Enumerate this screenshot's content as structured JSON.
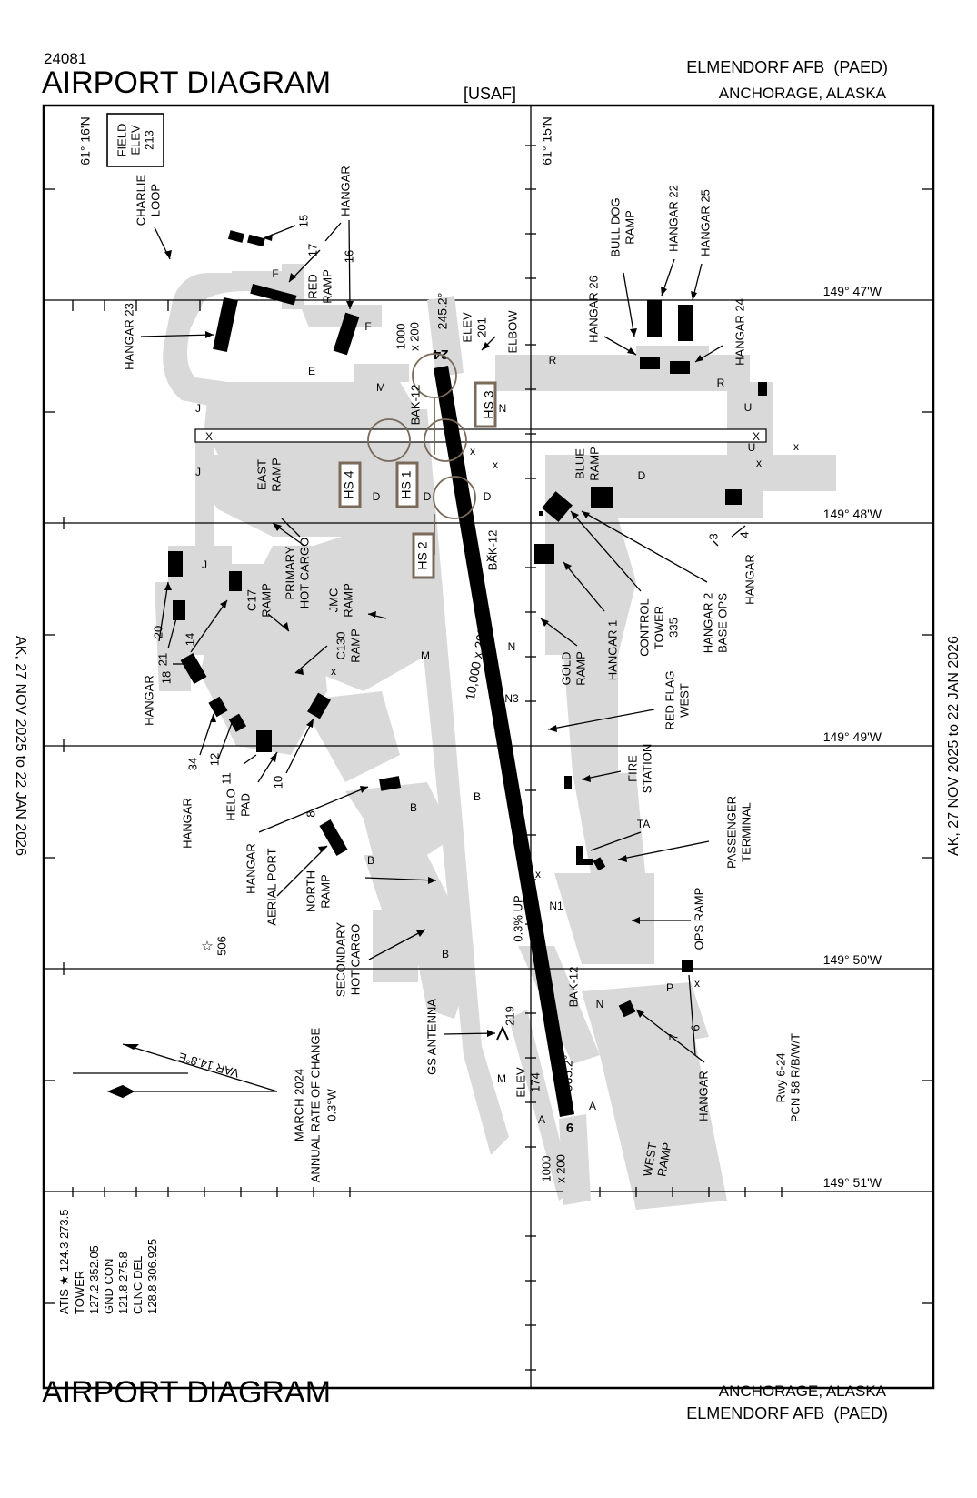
{
  "header": {
    "procedure_number": "24081",
    "title": "AIRPORT DIAGRAM",
    "agency": "[USAF]",
    "airport_name": "ELMENDORF AFB",
    "airport_id": "(PAED)",
    "city": "ANCHORAGE, ALASKA"
  },
  "footer": {
    "title": "AIRPORT DIAGRAM",
    "city": "ANCHORAGE, ALASKA",
    "airport_name": "ELMENDORF AFB",
    "airport_id": "(PAED)"
  },
  "validity": {
    "left": "AK, 27 NOV 2025 to 22 JAN 2026",
    "right": "AK, 27 NOV 2025 to 22 JAN 2026"
  },
  "field_elev": {
    "line1": "FIELD",
    "line2": "ELEV",
    "line3": "213"
  },
  "latitudes": {
    "top_left": "61° 16'N",
    "top_right": "61° 15'N"
  },
  "longitudes": [
    "149° 47'W",
    "149° 48'W",
    "149° 49'W",
    "149° 50'W",
    "149° 51'W"
  ],
  "runway": {
    "designator_ne": "24",
    "designator_sw": "6",
    "heading_ne": "245.2°",
    "heading_sw": "065.2°",
    "dimensions": "10,000 x 200",
    "elev_ne_label": "ELEV",
    "elev_ne": "201",
    "elev_sw_label": "ELEV",
    "elev_sw": "174",
    "overrun_ne": "1000\nx 200",
    "overrun_sw": "1000\nx 200",
    "slope": "0.3% UP",
    "arresting": "BAK-12",
    "pcn": "Rwy 6-24\nPCN 58 R/B/W/T"
  },
  "hot_spots": [
    "HS 1",
    "HS 2",
    "HS 3",
    "HS 4"
  ],
  "taxiways": [
    "A",
    "B",
    "D",
    "E",
    "F",
    "J",
    "M",
    "N",
    "N1",
    "N3",
    "P",
    "R",
    "TA",
    "U",
    "X"
  ],
  "labels": {
    "charlie_loop": "CHARLIE\nLOOP",
    "hangar": "HANGAR",
    "hangar_23": "HANGAR 23",
    "red_ramp": "RED\nRAMP",
    "bull_dog_ramp": "BULL DOG\nRAMP",
    "hangar_26": "HANGAR 26",
    "hangar_22": "HANGAR 22",
    "hangar_25": "HANGAR 25",
    "hangar_24": "HANGAR 24",
    "elbow": "ELBOW",
    "east_ramp": "EAST\nRAMP",
    "blue_ramp": "BLUE\nRAMP",
    "primary_hot_cargo": "PRIMARY\nHOT CARGO",
    "jmc_ramp": "JMC\nRAMP",
    "c17_ramp": "C17\nRAMP",
    "c130_ramp": "C130\nRAMP",
    "gold_ramp": "GOLD\nRAMP",
    "hangar_1": "HANGAR 1",
    "control_tower": "CONTROL\nTOWER\n335",
    "hangar_2": "HANGAR 2\nBASE OPS",
    "red_flag_west": "RED FLAG\nWEST",
    "fire_station": "FIRE\nSTATION",
    "passenger_terminal": "PASSENGER\nTERMINAL",
    "helo_pad": "HELO\nPAD",
    "aerial_port": "HANGAR\nAERIAL PORT",
    "north_ramp": "NORTH\nRAMP",
    "secondary_hot_cargo": "SECONDARY\nHOT CARGO",
    "ops_ramp": "OPS RAMP",
    "gs_antenna": "GS ANTENNA",
    "gs_elev": "219",
    "west_ramp": "WEST\nRAMP",
    "obstacle_elev": "506",
    "variation": "VAR 14.8°E",
    "rate_of_change": "MARCH 2024\nANNUAL RATE OF CHANGE\n0.3°W"
  },
  "hangar_numbers": [
    "15",
    "17",
    "16",
    "20",
    "21",
    "18",
    "14",
    "34",
    "12",
    "11",
    "10",
    "8",
    "3",
    "4",
    "7",
    "6"
  ],
  "frequencies": {
    "atis": "ATIS ★ 124.3  273.5",
    "tower_label": "TOWER",
    "tower": "127.2  352.05",
    "gnd_label": "GND CON",
    "gnd": "121.8  275.8",
    "clnc_label": "CLNC DEL",
    "clnc": "128.8  306.925"
  },
  "colors": {
    "pavement": "#d9d9d9",
    "ink": "#000000",
    "hotspot": "#7a6a5a"
  }
}
